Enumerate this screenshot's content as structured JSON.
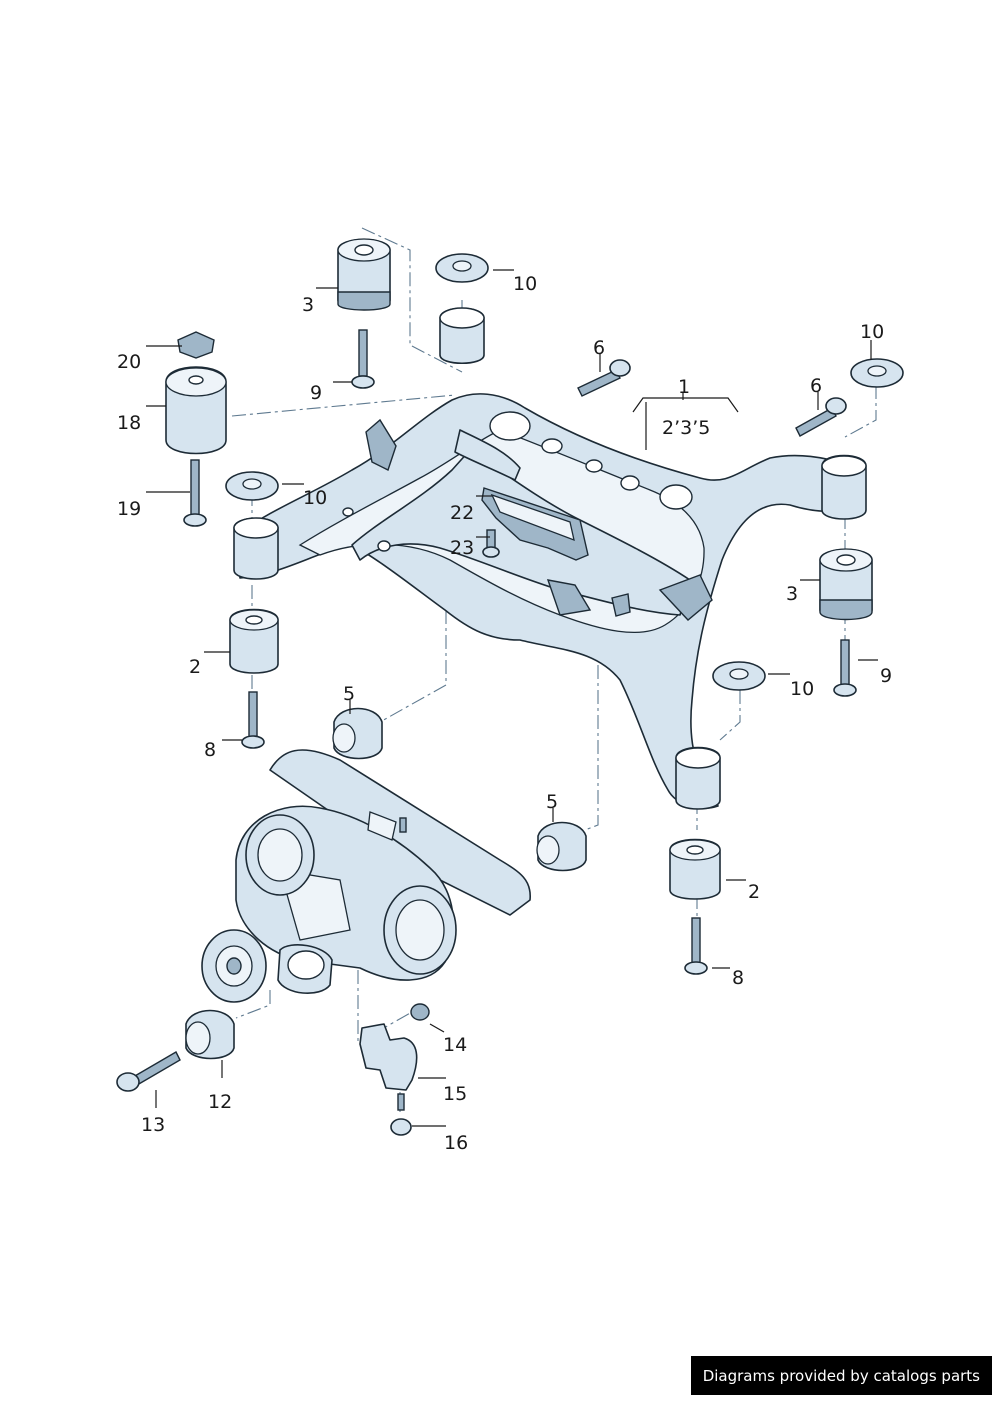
{
  "callouts": {
    "c1": "1",
    "c2_3_5": "2’3’5",
    "c2a": "2",
    "c2b": "2",
    "c3a": "3",
    "c3b": "3",
    "c5a": "5",
    "c5b": "5",
    "c6a": "6",
    "c6b": "6",
    "c8a": "8",
    "c8b": "8",
    "c9a": "9",
    "c9b": "9",
    "c10a": "10",
    "c10b": "10",
    "c10c": "10",
    "c10d": "10",
    "c12": "12",
    "c13": "13",
    "c14": "14",
    "c15": "15",
    "c16": "16",
    "c18": "18",
    "c19": "19",
    "c20": "20",
    "c22": "22",
    "c23": "23"
  },
  "footer": {
    "credit": "Diagrams provided by catalogs parts",
    "credit_bg": "#000000",
    "credit_fg": "#ffffff"
  },
  "colors": {
    "part_fill": "#d6e4ef",
    "outline": "#1d2b36"
  }
}
